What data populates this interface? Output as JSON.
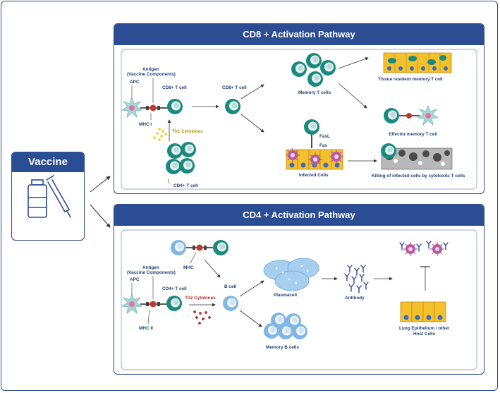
{
  "vaccine": {
    "title": "Vaccine"
  },
  "cd8": {
    "title": "CD8 + Activation Pathway",
    "labels": {
      "antigen": "Antigen",
      "antigen_sub": "(Vaccine Components)",
      "apc": "APC",
      "cd8_t_cell": "CD8+ T cell",
      "mhc1": "MHC I",
      "th1": "Th1 Cytokines",
      "cd4_t_cell": "CD4+ T cell",
      "cd8_t_cell_2": "CD8+ T cell",
      "memory_t": "Memory T cells",
      "tissue_resident": "Tissue resident memory T cell",
      "effector_memory": "Effector memory T cell",
      "fasl": "FasL",
      "fas": "Fas",
      "infected": "Infected Cells",
      "killing": "Killing of infected cells by cytotoxitc T cells"
    }
  },
  "cd4": {
    "title": "CD4 + Activation Pathway",
    "labels": {
      "antigen": "Antigen",
      "antigen_sub": "(Vaccine Components)",
      "apc": "APC",
      "cd4_t_cell": "CD4+ T cell",
      "mhc": "MHC",
      "mhc2": "MHC II",
      "th2": "Th2 Cytokines",
      "b_cell": "B cell",
      "plasmacell": "Plasmacell",
      "antibody": "Antibody",
      "memory_b": "Memory B cells",
      "lung": "Lung Epithelium / other",
      "lung_2": "Host Cells"
    }
  },
  "colors": {
    "panel_header": "#2b4d94",
    "t_cell": "#1a8a80",
    "b_cell": "#7fb6e4",
    "epithelium": "#f4c12c",
    "mhc": "#c0392b",
    "cytokine_th1": "#e8d21d",
    "cytokine_th2": "#a8342c"
  },
  "icons": [
    "vaccine-vial-syringe-icon",
    "apc-dendritic-cell-icon",
    "t-cell-icon",
    "b-cell-icon",
    "plasma-cell-icon",
    "antibody-icon",
    "virus-icon",
    "epithelium-icon"
  ]
}
